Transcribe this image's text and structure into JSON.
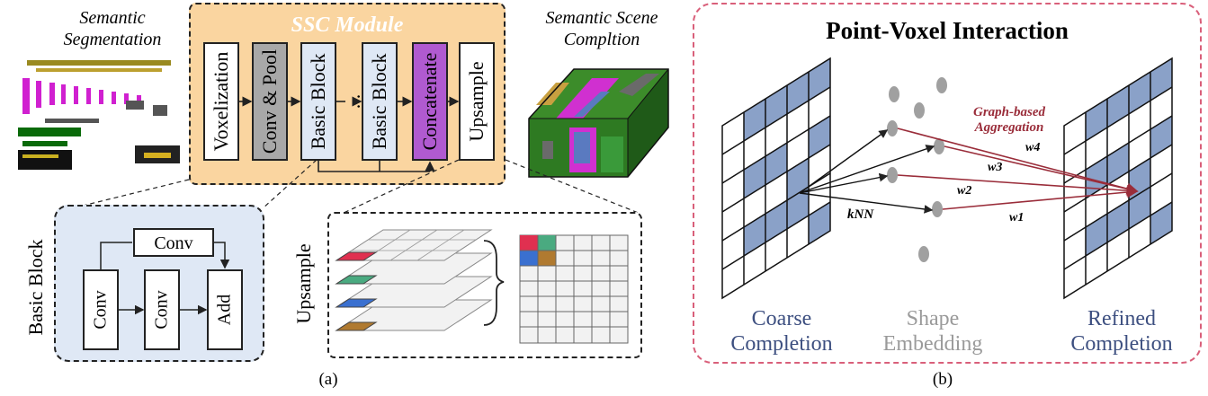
{
  "left": {
    "semantic_segmentation_label": "Semantic Segmentation",
    "ssc_module_title": "SSC Module",
    "ssc_blocks": [
      "Voxelization",
      "Conv & Pool",
      "Basic Block",
      "...",
      "Basic Block",
      "Concatenate",
      "Upsample"
    ],
    "semantic_completion_label": "Semantic Scene Compltion",
    "basic_block_label": "Basic Block",
    "basic_block_parts": {
      "top_conv": "Conv",
      "conv1": "Conv",
      "conv2": "Conv",
      "add": "Add"
    },
    "upsample_label": "Upsample",
    "caption": "(a)"
  },
  "right": {
    "title": "Point-Voxel Interaction",
    "graph_label": "Graph-based Aggregation",
    "knn_label": "kNN",
    "weights": [
      "w4",
      "w3",
      "w2",
      "w1"
    ],
    "coarse_label": "Coarse Completion",
    "shape_label": "Shape Embedding",
    "refined_label": "Refined Completion",
    "caption": "(b)"
  },
  "colors": {
    "ssc_bg": "#fad5a0",
    "conv_pool": "#a8a8a8",
    "basic_block": "#dfe8f5",
    "concatenate": "#b05ad0",
    "voxel_blue": "#8aa1c8",
    "edge_red": "#9a2d3a",
    "frame_pink": "#d95f7a"
  }
}
